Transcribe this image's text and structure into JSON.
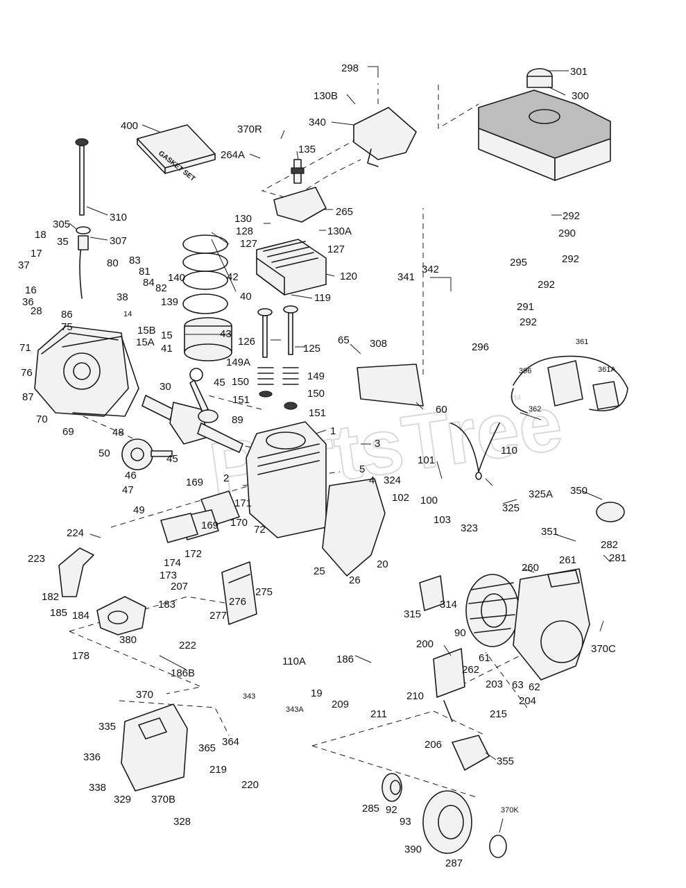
{
  "watermark": {
    "text": "PartsTree",
    "tm": "TM"
  },
  "gasket_set_box_text": "GASKET SET",
  "callouts": [
    {
      "id": "c298",
      "label": "298"
    },
    {
      "id": "c301",
      "label": "301"
    },
    {
      "id": "c300",
      "label": "300"
    },
    {
      "id": "c130B",
      "label": "130B"
    },
    {
      "id": "c340",
      "label": "340"
    },
    {
      "id": "c400",
      "label": "400"
    },
    {
      "id": "c370R",
      "label": "370R"
    },
    {
      "id": "c264A",
      "label": "264A"
    },
    {
      "id": "c135",
      "label": "135"
    },
    {
      "id": "c310",
      "label": "310"
    },
    {
      "id": "c265",
      "label": "265"
    },
    {
      "id": "c292a",
      "label": "292"
    },
    {
      "id": "c290",
      "label": "290"
    },
    {
      "id": "c305",
      "label": "305"
    },
    {
      "id": "c307",
      "label": "307"
    },
    {
      "id": "c130",
      "label": "130"
    },
    {
      "id": "c130A",
      "label": "130A"
    },
    {
      "id": "c128",
      "label": "128"
    },
    {
      "id": "c127a",
      "label": "127"
    },
    {
      "id": "c127b",
      "label": "127"
    },
    {
      "id": "c18",
      "label": "18"
    },
    {
      "id": "c35",
      "label": "35"
    },
    {
      "id": "c17",
      "label": "17"
    },
    {
      "id": "c37",
      "label": "37"
    },
    {
      "id": "c80",
      "label": "80"
    },
    {
      "id": "c83",
      "label": "83"
    },
    {
      "id": "c81",
      "label": "81"
    },
    {
      "id": "c84",
      "label": "84"
    },
    {
      "id": "c82",
      "label": "82"
    },
    {
      "id": "c140",
      "label": "140"
    },
    {
      "id": "c42",
      "label": "42"
    },
    {
      "id": "c120",
      "label": "120"
    },
    {
      "id": "c295",
      "label": "295"
    },
    {
      "id": "c292b",
      "label": "292"
    },
    {
      "id": "c342",
      "label": "342"
    },
    {
      "id": "c341",
      "label": "341"
    },
    {
      "id": "c292c",
      "label": "292"
    },
    {
      "id": "c16",
      "label": "16"
    },
    {
      "id": "c36",
      "label": "36"
    },
    {
      "id": "c38",
      "label": "38"
    },
    {
      "id": "c139",
      "label": "139"
    },
    {
      "id": "c40",
      "label": "40"
    },
    {
      "id": "c119",
      "label": "119"
    },
    {
      "id": "c291",
      "label": "291"
    },
    {
      "id": "c28",
      "label": "28"
    },
    {
      "id": "c86",
      "label": "86"
    },
    {
      "id": "c14",
      "label": "14"
    },
    {
      "id": "c292d",
      "label": "292"
    },
    {
      "id": "c75",
      "label": "75"
    },
    {
      "id": "c15B",
      "label": "15B"
    },
    {
      "id": "c15",
      "label": "15"
    },
    {
      "id": "c15A",
      "label": "15A"
    },
    {
      "id": "c43",
      "label": "43"
    },
    {
      "id": "c126",
      "label": "126"
    },
    {
      "id": "c125",
      "label": "125"
    },
    {
      "id": "c65",
      "label": "65"
    },
    {
      "id": "c308",
      "label": "308"
    },
    {
      "id": "c296",
      "label": "296"
    },
    {
      "id": "c361",
      "label": "361"
    },
    {
      "id": "c71",
      "label": "71"
    },
    {
      "id": "c41",
      "label": "41"
    },
    {
      "id": "c149A",
      "label": "149A"
    },
    {
      "id": "c76",
      "label": "76"
    },
    {
      "id": "c45a",
      "label": "45"
    },
    {
      "id": "c150a",
      "label": "150"
    },
    {
      "id": "c149",
      "label": "149"
    },
    {
      "id": "c396",
      "label": "396"
    },
    {
      "id": "c361A",
      "label": "361A"
    },
    {
      "id": "c87",
      "label": "87"
    },
    {
      "id": "c30",
      "label": "30"
    },
    {
      "id": "c151a",
      "label": "151"
    },
    {
      "id": "c150b",
      "label": "150"
    },
    {
      "id": "c70",
      "label": "70"
    },
    {
      "id": "c69",
      "label": "69"
    },
    {
      "id": "c151b",
      "label": "151"
    },
    {
      "id": "c60",
      "label": "60"
    },
    {
      "id": "c362",
      "label": "362"
    },
    {
      "id": "c48",
      "label": "48"
    },
    {
      "id": "c89",
      "label": "89"
    },
    {
      "id": "c1",
      "label": "1"
    },
    {
      "id": "c3",
      "label": "3"
    },
    {
      "id": "c50",
      "label": "50"
    },
    {
      "id": "c110",
      "label": "110"
    },
    {
      "id": "c45b",
      "label": "45"
    },
    {
      "id": "c101",
      "label": "101"
    },
    {
      "id": "c5",
      "label": "5"
    },
    {
      "id": "c46",
      "label": "46"
    },
    {
      "id": "c169a",
      "label": "169"
    },
    {
      "id": "c2",
      "label": "2"
    },
    {
      "id": "c4",
      "label": "4"
    },
    {
      "id": "c324",
      "label": "324"
    },
    {
      "id": "c325A",
      "label": "325A"
    },
    {
      "id": "c47",
      "label": "47"
    },
    {
      "id": "c350",
      "label": "350"
    },
    {
      "id": "c102",
      "label": "102"
    },
    {
      "id": "c100",
      "label": "100"
    },
    {
      "id": "c325",
      "label": "325"
    },
    {
      "id": "c49",
      "label": "49"
    },
    {
      "id": "c171",
      "label": "171"
    },
    {
      "id": "c170",
      "label": "170"
    },
    {
      "id": "c103",
      "label": "103"
    },
    {
      "id": "c224",
      "label": "224"
    },
    {
      "id": "c169b",
      "label": "169"
    },
    {
      "id": "c323",
      "label": "323"
    },
    {
      "id": "c351",
      "label": "351"
    },
    {
      "id": "c72",
      "label": "72"
    },
    {
      "id": "c282",
      "label": "282"
    },
    {
      "id": "c223",
      "label": "223"
    },
    {
      "id": "c174",
      "label": "174"
    },
    {
      "id": "c172",
      "label": "172"
    },
    {
      "id": "c261",
      "label": "261"
    },
    {
      "id": "c281",
      "label": "281"
    },
    {
      "id": "c20",
      "label": "20"
    },
    {
      "id": "c25",
      "label": "25"
    },
    {
      "id": "c26",
      "label": "26"
    },
    {
      "id": "c260",
      "label": "260"
    },
    {
      "id": "c173",
      "label": "173"
    },
    {
      "id": "c182",
      "label": "182"
    },
    {
      "id": "c207",
      "label": "207"
    },
    {
      "id": "c275",
      "label": "275"
    },
    {
      "id": "c185",
      "label": "185"
    },
    {
      "id": "c276",
      "label": "276"
    },
    {
      "id": "c314",
      "label": "314"
    },
    {
      "id": "c315",
      "label": "315"
    },
    {
      "id": "c184",
      "label": "184"
    },
    {
      "id": "c183",
      "label": "183"
    },
    {
      "id": "c277",
      "label": "277"
    },
    {
      "id": "c90",
      "label": "90"
    },
    {
      "id": "c380",
      "label": "380"
    },
    {
      "id": "c370C",
      "label": "370C"
    },
    {
      "id": "c222",
      "label": "222"
    },
    {
      "id": "c200",
      "label": "200"
    },
    {
      "id": "c178",
      "label": "178"
    },
    {
      "id": "c186",
      "label": "186"
    },
    {
      "id": "c61",
      "label": "61"
    },
    {
      "id": "c110A",
      "label": "110A"
    },
    {
      "id": "c262",
      "label": "262"
    },
    {
      "id": "c186B",
      "label": "186B"
    },
    {
      "id": "c63",
      "label": "63"
    },
    {
      "id": "c62",
      "label": "62"
    },
    {
      "id": "c203",
      "label": "203"
    },
    {
      "id": "c19",
      "label": "19"
    },
    {
      "id": "c343",
      "label": "343"
    },
    {
      "id": "c370",
      "label": "370"
    },
    {
      "id": "c209",
      "label": "209"
    },
    {
      "id": "c210",
      "label": "210"
    },
    {
      "id": "c204",
      "label": "204"
    },
    {
      "id": "c343A",
      "label": "343A"
    },
    {
      "id": "c211",
      "label": "211"
    },
    {
      "id": "c215",
      "label": "215"
    },
    {
      "id": "c335",
      "label": "335"
    },
    {
      "id": "c364",
      "label": "364"
    },
    {
      "id": "c365",
      "label": "365"
    },
    {
      "id": "c206",
      "label": "206"
    },
    {
      "id": "c336",
      "label": "336"
    },
    {
      "id": "c355",
      "label": "355"
    },
    {
      "id": "c219",
      "label": "219"
    },
    {
      "id": "c338",
      "label": "338"
    },
    {
      "id": "c220",
      "label": "220"
    },
    {
      "id": "c329",
      "label": "329"
    },
    {
      "id": "c370B",
      "label": "370B"
    },
    {
      "id": "c285",
      "label": "285"
    },
    {
      "id": "c92",
      "label": "92"
    },
    {
      "id": "c93",
      "label": "93"
    },
    {
      "id": "c328",
      "label": "328"
    },
    {
      "id": "c370K",
      "label": "370K"
    },
    {
      "id": "c390",
      "label": "390"
    },
    {
      "id": "c287",
      "label": "287"
    }
  ]
}
